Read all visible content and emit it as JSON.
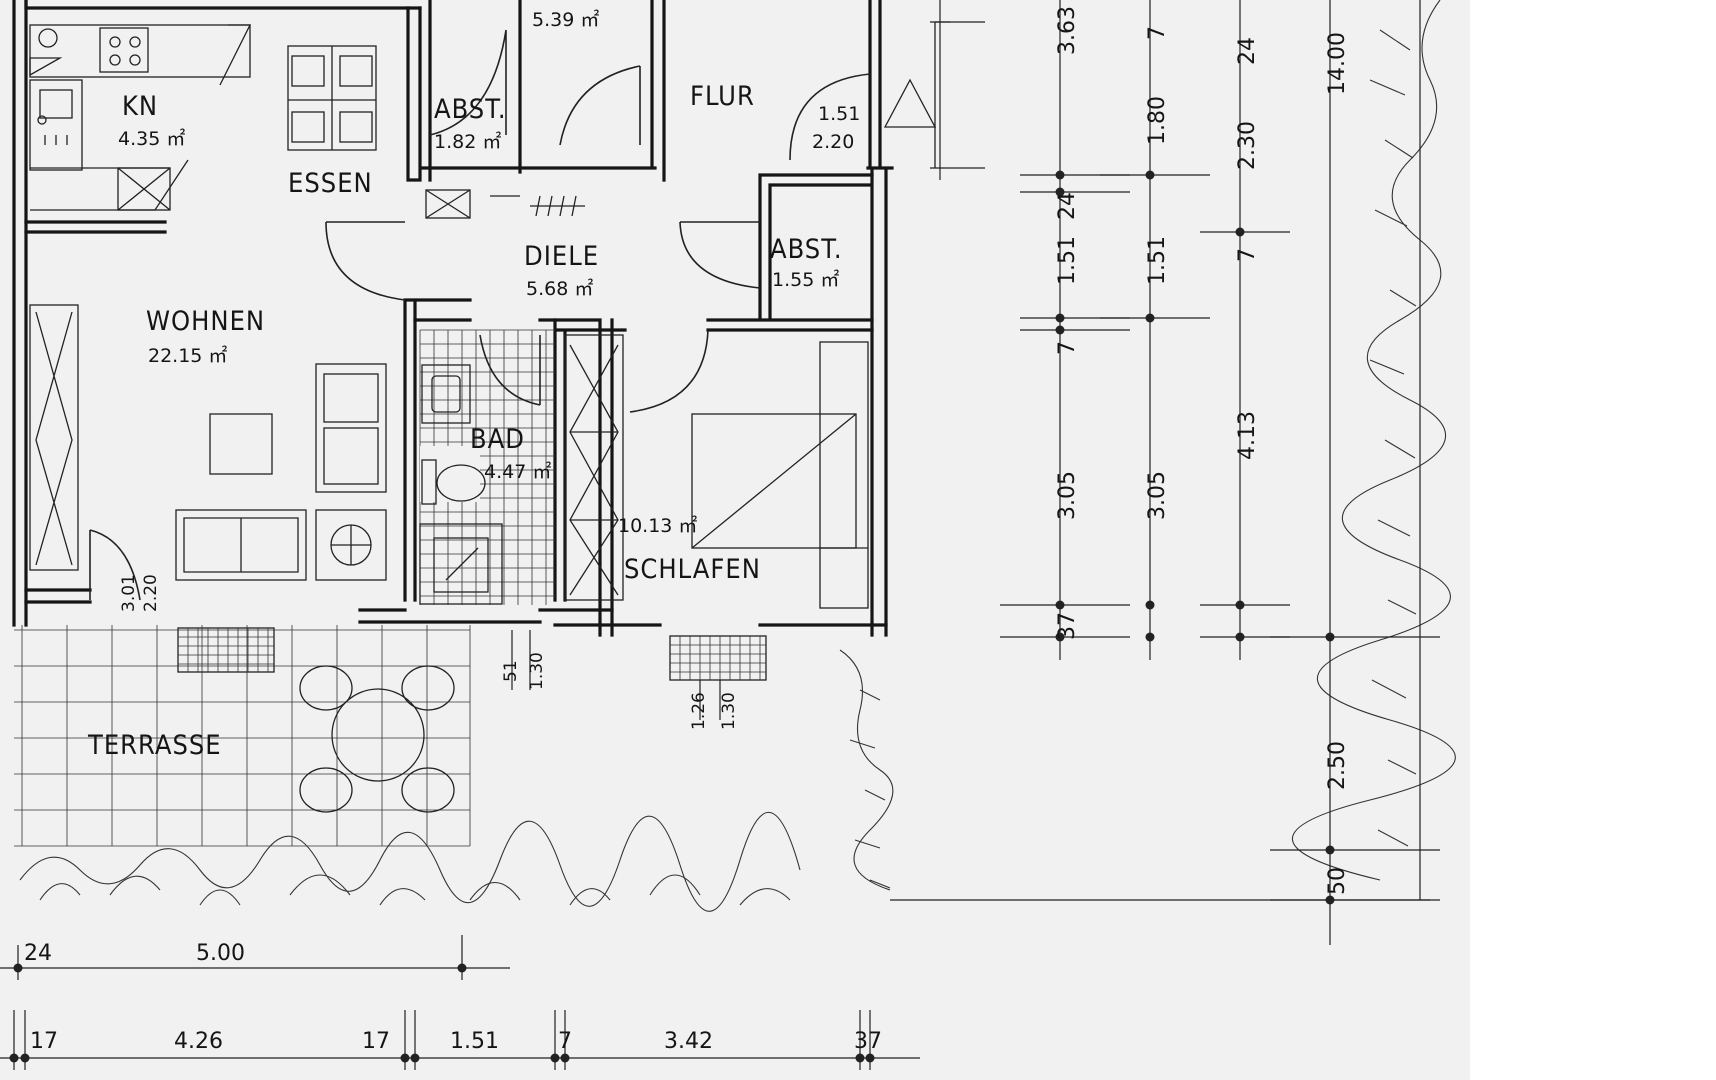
{
  "rooms": {
    "kn": {
      "name": "KN",
      "area": "4.35 ㎡"
    },
    "essen": {
      "name": "ESSEN"
    },
    "abst1": {
      "name": "ABST.",
      "area": "1.82 ㎡"
    },
    "top_room": {
      "area": "5.39 ㎡"
    },
    "flur": {
      "name": "FLUR"
    },
    "flur_door": {
      "w": "1.51",
      "h": "2.20"
    },
    "diele": {
      "name": "DIELE",
      "area": "5.68 ㎡"
    },
    "abst2": {
      "name": "ABST.",
      "area": "1.55 ㎡"
    },
    "wohnen": {
      "name": "WOHNEN",
      "area": "22.15 ㎡"
    },
    "bad": {
      "name": "BAD",
      "area": "4.47 ㎡"
    },
    "schlafen": {
      "name": "SCHLAFEN",
      "area": "10.13 ㎡"
    },
    "terrasse": {
      "name": "TERRASSE"
    },
    "terrace_door": {
      "w": "3.01",
      "h": "2.20"
    }
  },
  "openings": {
    "bad_window": {
      "a": "51",
      "b": "1.30"
    },
    "schlafen_window": {
      "a": "1.26",
      "b": "1.30"
    }
  },
  "dims_right": {
    "c1": [
      "3.63",
      "24",
      "1.51",
      "7",
      "3.05",
      "37"
    ],
    "c2": [
      "7",
      "1.80",
      "1.51",
      "3.05"
    ],
    "c3": [
      "24",
      "2.30",
      "7",
      "4.13"
    ],
    "c4": [
      "14.00",
      "2.50",
      "50"
    ]
  },
  "dims_bottom": {
    "row1": [
      "24",
      "5.00"
    ],
    "row2": [
      "17",
      "4.26",
      "17",
      "1.51",
      "7",
      "3.42",
      "37"
    ]
  }
}
